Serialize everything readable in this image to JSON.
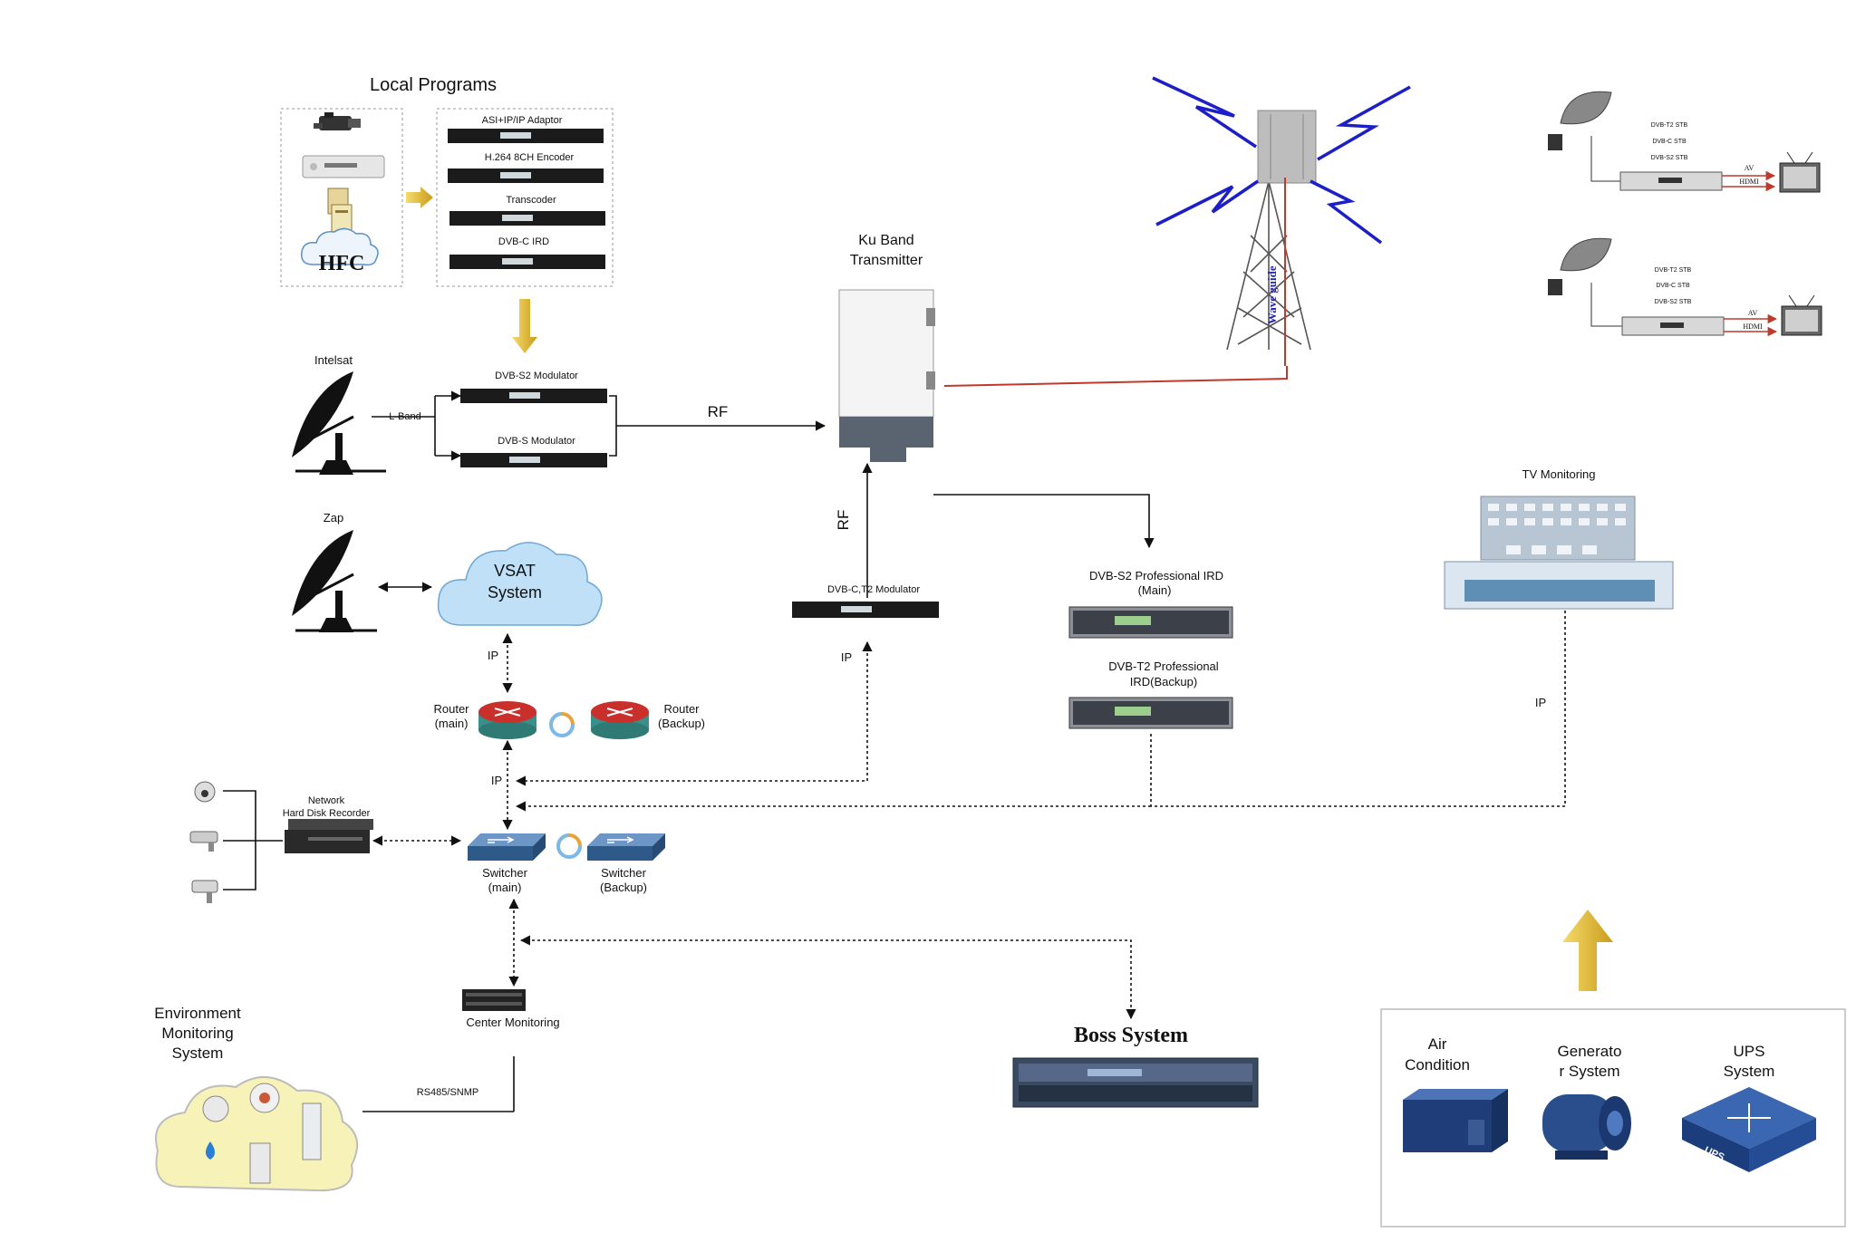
{
  "labels": {
    "local_programs": "Local Programs",
    "asi_ip_adaptor": "ASI+IP/IP Adaptor",
    "encoder": "H.264 8CH Encoder",
    "transcoder": "Transcoder",
    "dvbc_ird": "DVB-C IRD",
    "hfc": "HFC",
    "intelsat": "Intelsat",
    "lband": "L-Band",
    "dvbs2_mod": "DVB-S2 Modulator",
    "dvbs_mod": "DVB-S Modulator",
    "rf_h": "RF",
    "ku_band_1": "Ku Band",
    "ku_band_2": "Transmitter",
    "rf_v": "RF",
    "zap": "Zap",
    "vsat_1": "VSAT",
    "vsat_2": "System",
    "ip_vsat": "IP",
    "router_main_1": "Router",
    "router_main_2": "(main)",
    "router_backup_1": "Router",
    "router_backup_2": "(Backup)",
    "ip_router": "IP",
    "dvbct2_mod": "DVB-C,T2 Modulator",
    "ip_mod": "IP",
    "ird_main_1": "DVB-S2  Professional IRD",
    "ird_main_2": "(Main)",
    "ird_backup_1": "DVB-T2 Professional",
    "ird_backup_2": "IRD(Backup)",
    "tv_monitoring": "TV Monitoring",
    "ip_tv": "IP",
    "nhdr_1": "Network",
    "nhdr_2": "Hard Disk Recorder",
    "switcher_main_1": "Switcher",
    "switcher_main_2": "(main)",
    "switcher_backup_1": "Switcher",
    "switcher_backup_2": "(Backup)",
    "center_monitoring": "Center Monitoring",
    "env_1": "Environment",
    "env_2": "Monitoring",
    "env_3": "System",
    "rs485": "RS485/SNMP",
    "boss_system": "Boss System",
    "air_1": "Air",
    "air_2": "Condition",
    "gen_1": "Generato",
    "gen_2": "r System",
    "ups_1": "UPS",
    "ups_2": "System",
    "ups_tag": "UPS",
    "waveguide": "Wave guide",
    "stb1_a": "DVB-T2 STB",
    "stb1_b": "DVB-C STB",
    "stb1_c": "DVB-S2 STB",
    "stb1_av": "AV",
    "stb1_hdmi": "HDMI",
    "stb2_a": "DVB-T2 STB",
    "stb2_b": "DVB-C STB",
    "stb2_c": "DVB-S2 STB",
    "stb2_av": "AV",
    "stb2_hdmi": "HDMI"
  },
  "colors": {
    "accent_arrow": "#e8c53a",
    "cloud": "#bfe0f7",
    "env_cloud": "#f6f2b8",
    "lightning": "#1c1fc8",
    "red_line": "#c0392b",
    "router": "#c9302c",
    "switch": "#3d6b9e"
  }
}
